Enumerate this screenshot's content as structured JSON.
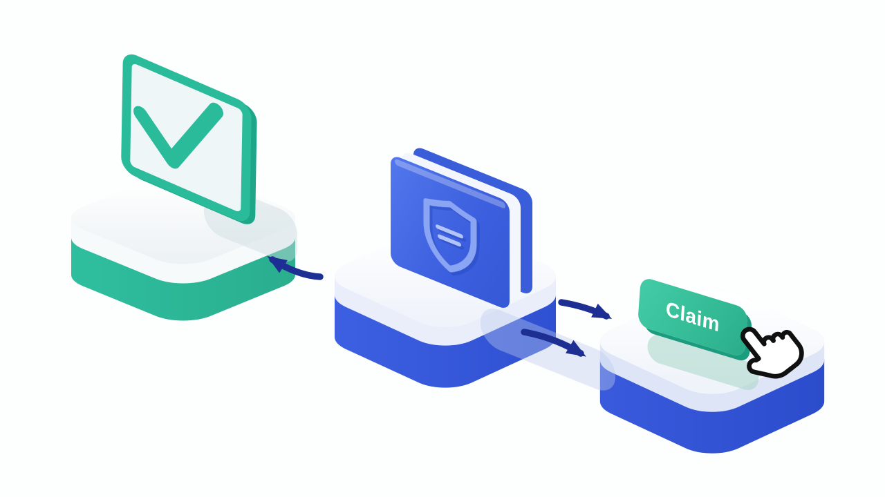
{
  "scene": {
    "description": "Isometric three-step insurance claim flow illustration",
    "background_color": "#fdfefe",
    "arrow_color": "#1d2f92",
    "platforms": [
      {
        "id": "checklist",
        "icon": "checkmark-tile-icon",
        "side_color": "#2dbd9b",
        "rim_color": "#f7fafb",
        "top_color": "#ffffff",
        "accent_color": "#29bb9a"
      },
      {
        "id": "policy-book",
        "icon": "shield-book-icon",
        "side_color": "#3457d8",
        "rim_color": "#e9eefa",
        "top_color": "#ffffff",
        "accent_color": "#87a2f3"
      },
      {
        "id": "claim",
        "icon": "claim-button",
        "side_color": "#2e51d4",
        "rim_color": "#dde5f7",
        "top_color": "#ffffff",
        "button": {
          "label": "Claim",
          "color": "#35c19d",
          "text_color": "#ffffff"
        },
        "cursor_icon": "hand-pointer-icon"
      }
    ],
    "arrows": [
      {
        "from": "policy-book",
        "to": "checklist"
      },
      {
        "from": "policy-book",
        "to": "claim",
        "position": "upper"
      },
      {
        "from": "policy-book",
        "to": "claim",
        "position": "lower"
      }
    ]
  }
}
